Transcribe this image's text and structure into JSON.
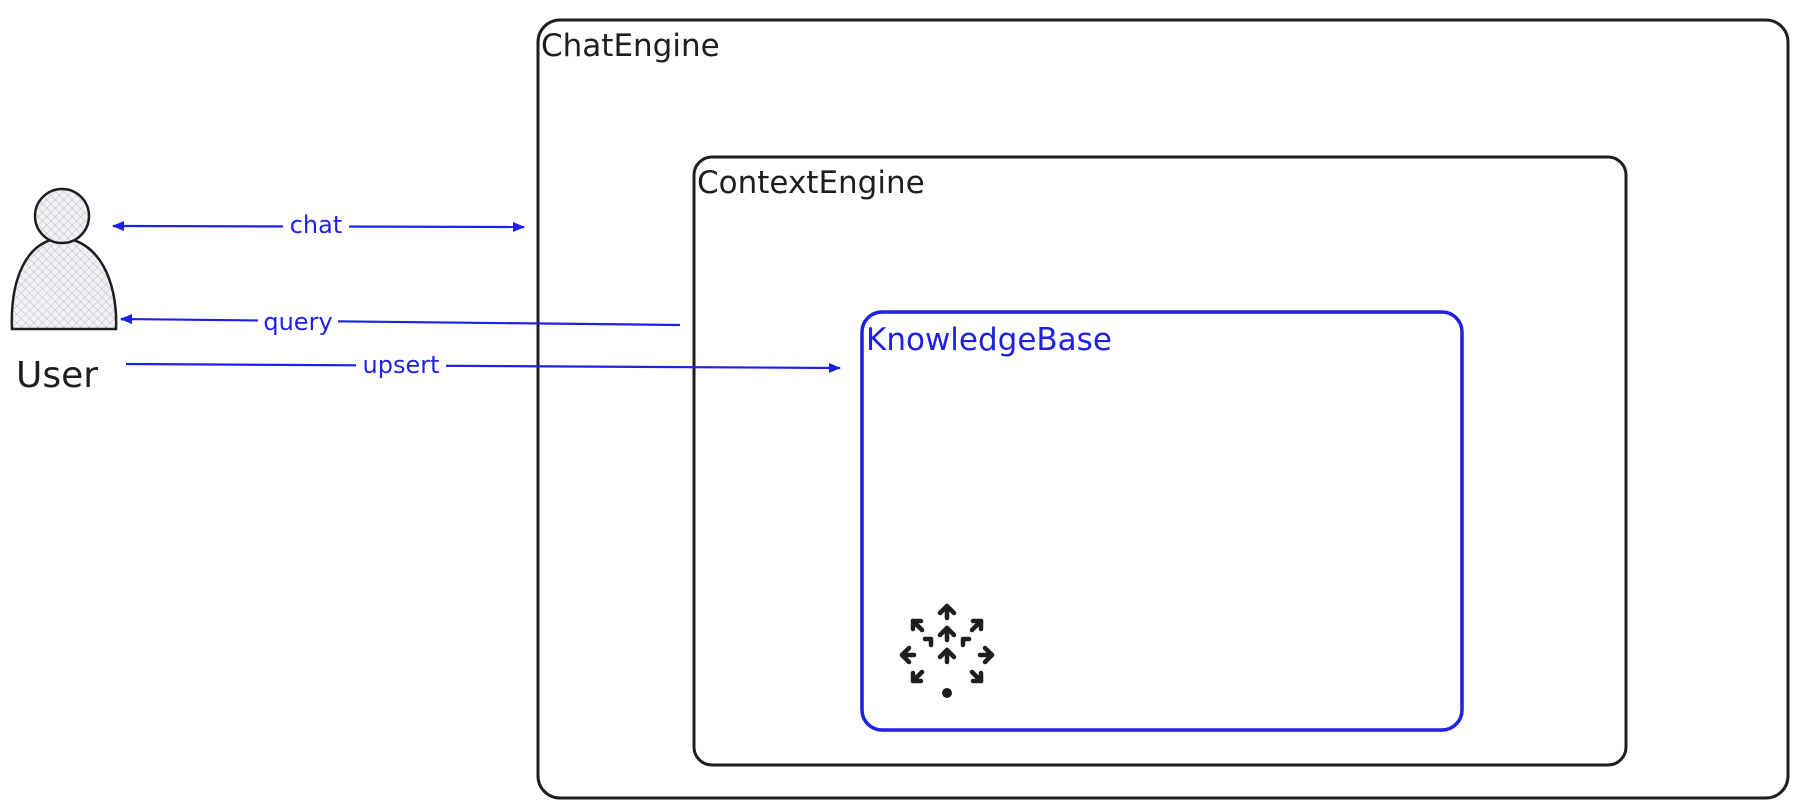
{
  "diagram": {
    "containers": {
      "chat_engine": {
        "label": "ChatEngine"
      },
      "context_engine": {
        "label": "ContextEngine"
      },
      "knowledge_base": {
        "label": "KnowledgeBase",
        "icon": "network-arrows-icon"
      }
    },
    "actor": {
      "label": "User",
      "icon": "user-icon"
    },
    "edges": {
      "chat": {
        "label": "chat",
        "direction": "bidirectional",
        "from": "User",
        "to": "ChatEngine"
      },
      "query": {
        "label": "query",
        "direction": "to-user",
        "from": "ContextEngine",
        "to": "User"
      },
      "upsert": {
        "label": "upsert",
        "direction": "to-knowledge-base",
        "from": "User",
        "to": "KnowledgeBase"
      }
    },
    "colors": {
      "outline": "#1e1e1e",
      "accent": "#1f1fe6",
      "user_fill": "#e8e8ee"
    }
  }
}
